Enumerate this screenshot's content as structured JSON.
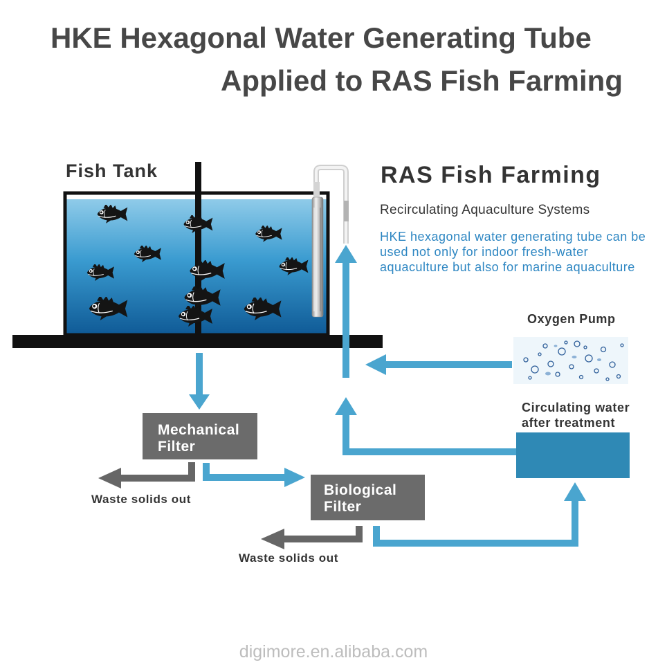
{
  "title": {
    "line1": "HKE Hexagonal Water Generating Tube",
    "line2": "Applied to RAS Fish Farming"
  },
  "fish_tank": {
    "label": "Fish Tank"
  },
  "ras": {
    "heading": "RAS Fish Farming",
    "subheading": "Recirculating Aquaculture Systems",
    "description": "HKE hexagonal water generating tube can be used not only for indoor fresh-water aquaculture but also for marine aquaculture"
  },
  "oxygen_pump": {
    "label": "Oxygen Pump"
  },
  "treated_water": {
    "label": "Circulating water after treatment"
  },
  "mechanical_filter": {
    "label": "Mechanical Filter"
  },
  "biological_filter": {
    "label": "Biological Filter"
  },
  "waste_outputs": [
    "Waste solids out",
    "Waste solids out"
  ],
  "watermark": "digimore.en.alibaba.com",
  "colors": {
    "flow_arrow": "#4aa5cf",
    "waste_arrow": "#666666",
    "filter_box": "#6b6b6b",
    "treated_water_box": "#2f89b5",
    "description_text": "#2d86c2",
    "water_top": "#7fc3e6",
    "water_bottom": "#0f5f9e"
  }
}
